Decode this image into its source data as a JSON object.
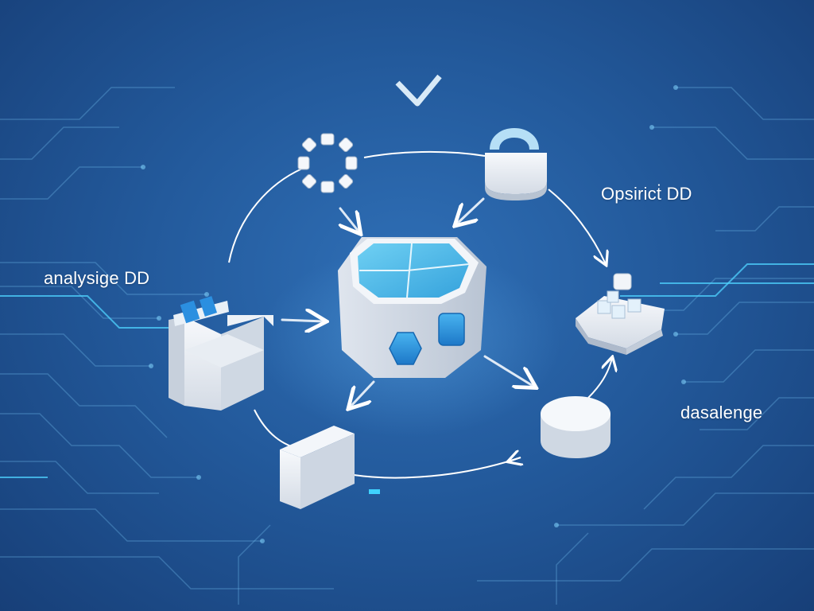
{
  "labels": {
    "left": "analysige DD",
    "top_right": "Opsiricṫ DD",
    "right": "dasalenge"
  },
  "colors": {
    "background": "#235a9c",
    "circuit": "#5fb4ea",
    "accent": "#4fc6f0",
    "node_face": "#e9edf3"
  },
  "icons": [
    "checkmark-icon",
    "gear-ring-icon",
    "lock-icon",
    "hub-octagon",
    "hexagon-button-icon",
    "blocks-cluster-icon",
    "cylinder-icon",
    "box-icon",
    "chair-icon"
  ]
}
